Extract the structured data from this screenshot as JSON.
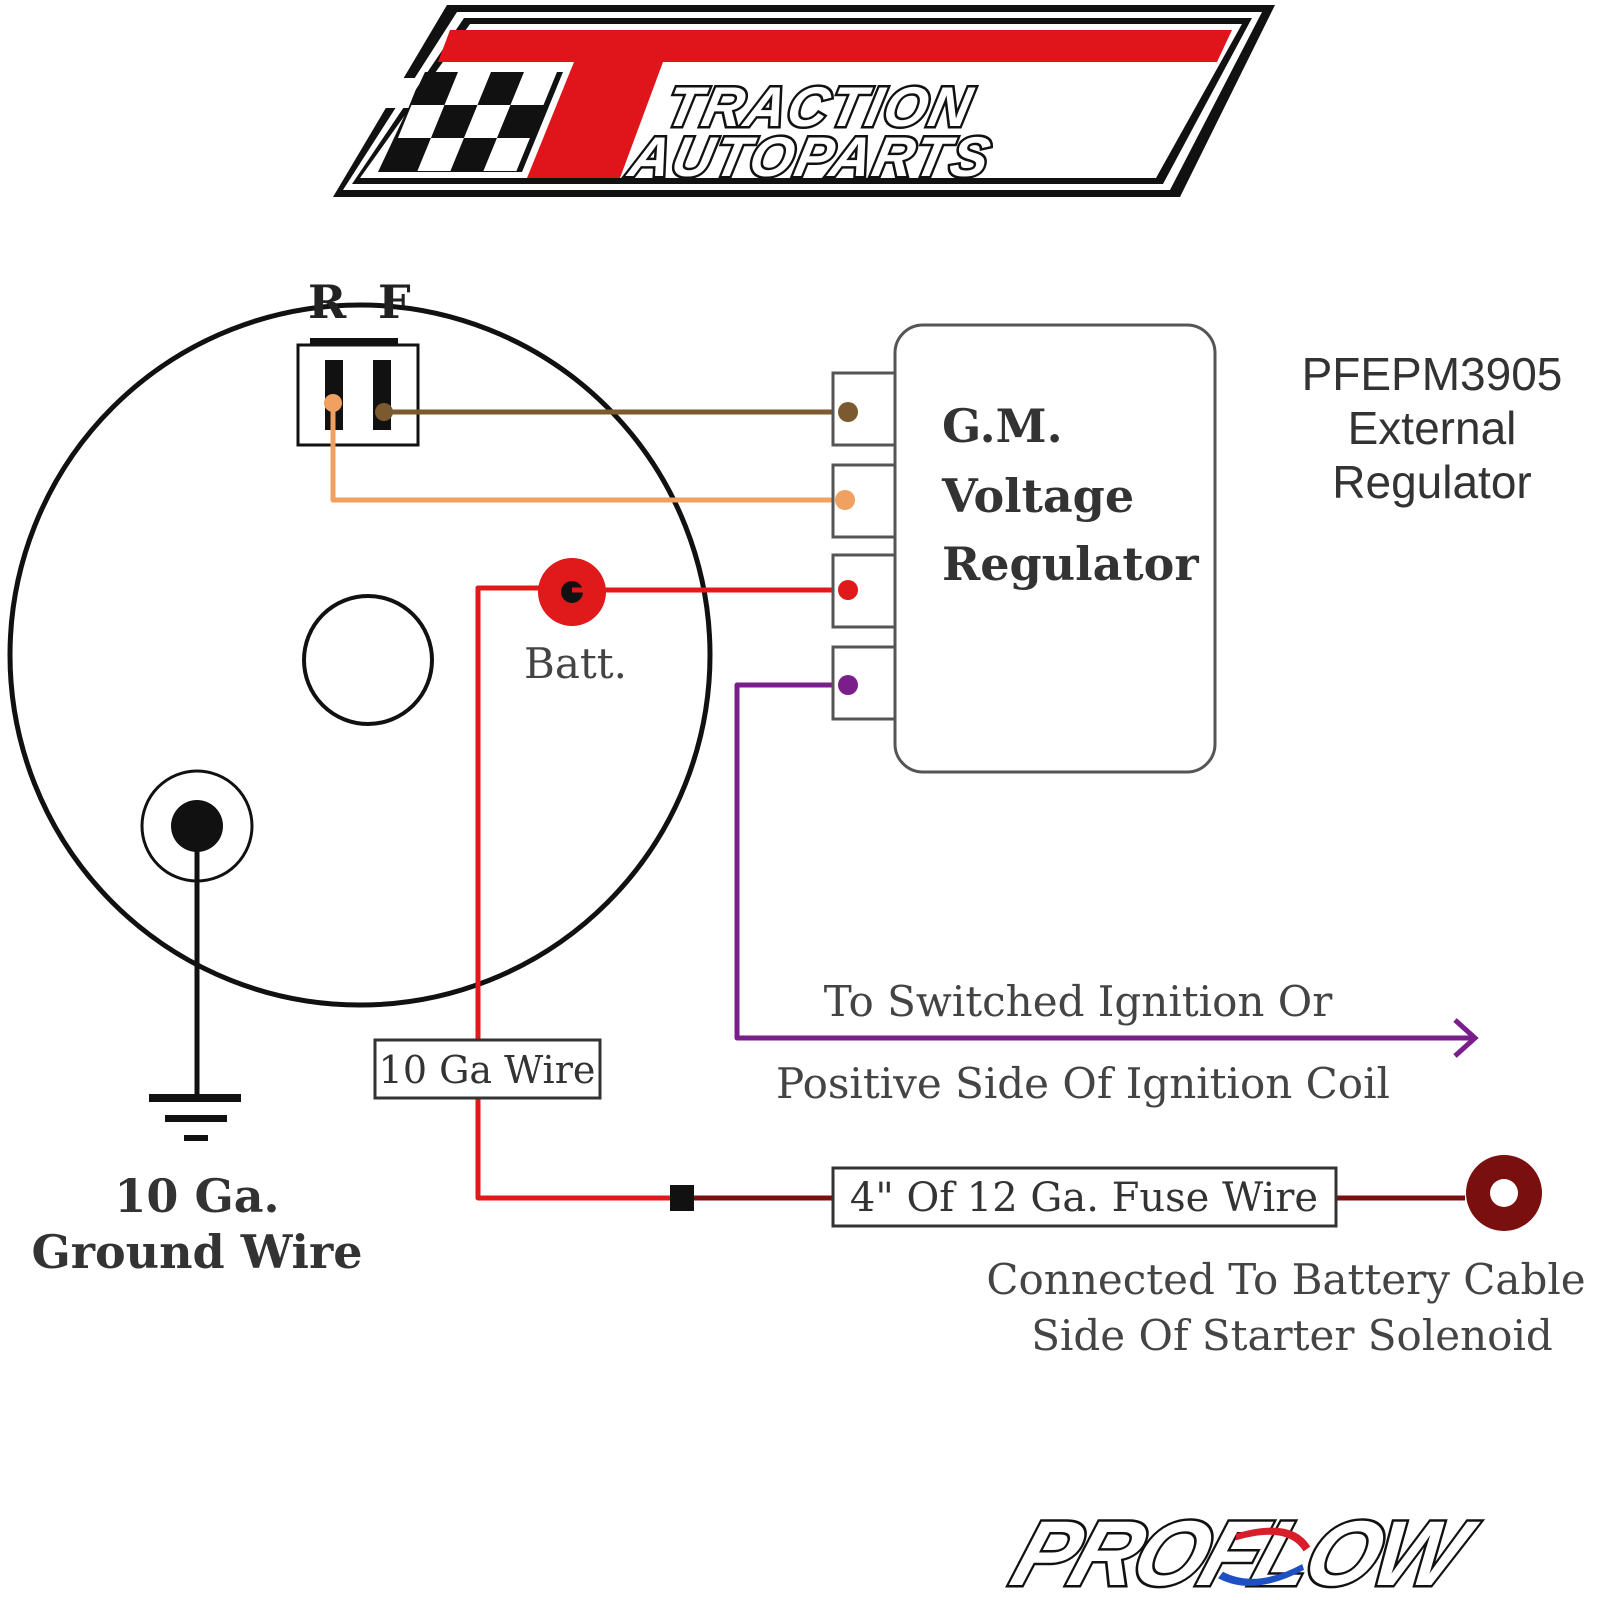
{
  "header_logo": {
    "brand_line1": "TRACTION",
    "brand_line2": "AUTOPARTS",
    "colors": {
      "red": "#e0141b",
      "black": "#111111"
    }
  },
  "alternator": {
    "terminal_r": "R",
    "terminal_f": "F",
    "batt_label": "Batt.",
    "ground_label_line1": "10 Ga.",
    "ground_label_line2": "Ground Wire"
  },
  "regulator": {
    "line1": "G.M.",
    "line2": "Voltage",
    "line3": "Regulator"
  },
  "product": {
    "line1": "PFEPM3905",
    "line2": "External",
    "line3": "Regulator"
  },
  "wires": {
    "battery_wire_label": "10 Ga Wire",
    "fuse_wire_label": "4\" Of 12 Ga. Fuse Wire",
    "ignition_line1": "To Switched Ignition Or",
    "ignition_line2": "Positive Side Of Ignition Coil",
    "solenoid_line1": "Connected To Battery Cable",
    "solenoid_line2": "Side Of Starter Solenoid",
    "colors": {
      "f_wire": "#7a5a2e",
      "r_wire": "#f0a060",
      "battery": "#e01a1a",
      "ignition": "#7a1e8c",
      "fuse": "#7a0f0f"
    }
  },
  "footer_logo": {
    "brand": "PROFLOW"
  }
}
